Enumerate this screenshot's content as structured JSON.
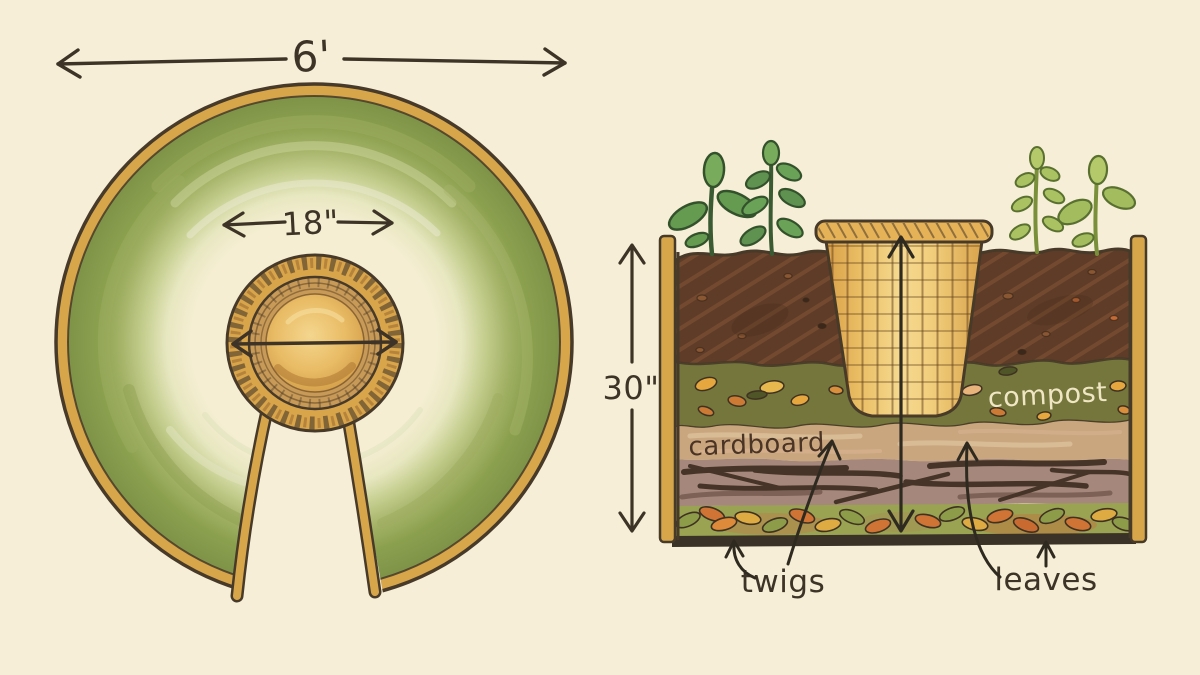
{
  "palette": {
    "background": "#f6eed6",
    "ink": "#3e3327",
    "gold": "#d7a64b",
    "bed_green": "#8ba04f",
    "soil_brown": "#5e3c28",
    "compost_olive": "#74763c",
    "cardboard_tan": "#c9a67e",
    "twigs_mauve": "#a5887b",
    "leaves_green": "#99a352",
    "basket_gold": "#eec068",
    "label_cream": "#f0e6c3"
  },
  "top_view": {
    "bed_width_label": "6'",
    "basket_width_label": "18\""
  },
  "cross_section": {
    "bed_height_label": "30\"",
    "layers": [
      {
        "id": "soil",
        "color": "#5e3c28"
      },
      {
        "id": "compost",
        "color": "#74763c",
        "label": "compost"
      },
      {
        "id": "cardboard",
        "color": "#c9a67e",
        "label": "cardboard"
      },
      {
        "id": "twigs",
        "color": "#a5887b",
        "label": "twigs"
      },
      {
        "id": "leaves",
        "color": "#99a352",
        "label": "leaves"
      }
    ]
  }
}
